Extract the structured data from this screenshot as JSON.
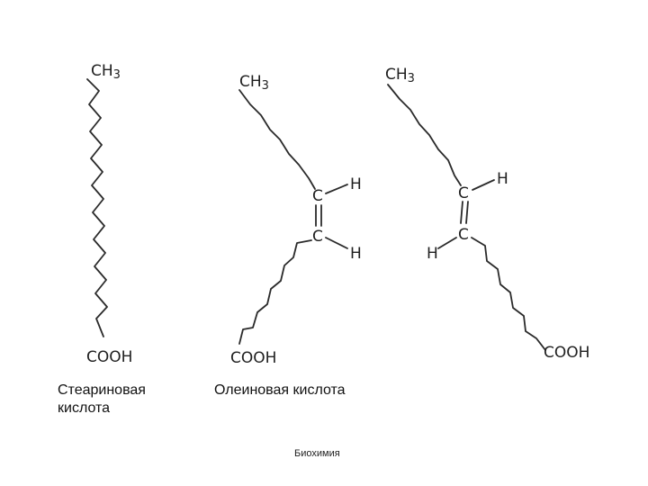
{
  "molecules": {
    "stearic": {
      "top_group": "CH3",
      "bottom_group": "COOH",
      "caption_line1": "Стеариновая",
      "caption_line2": "кислота"
    },
    "oleic_cis": {
      "top_group": "CH3",
      "carbon_upper": "C",
      "carbon_lower": "C",
      "h_upper": "H",
      "h_lower": "H",
      "bottom_group": "COOH",
      "caption": "Олеиновая кислота"
    },
    "elaidic_trans": {
      "top_group": "CH3",
      "carbon_upper": "C",
      "carbon_lower": "C",
      "h_upper": "H",
      "h_lower": "H",
      "bottom_group": "COOH"
    }
  },
  "footer": "Биохимия"
}
